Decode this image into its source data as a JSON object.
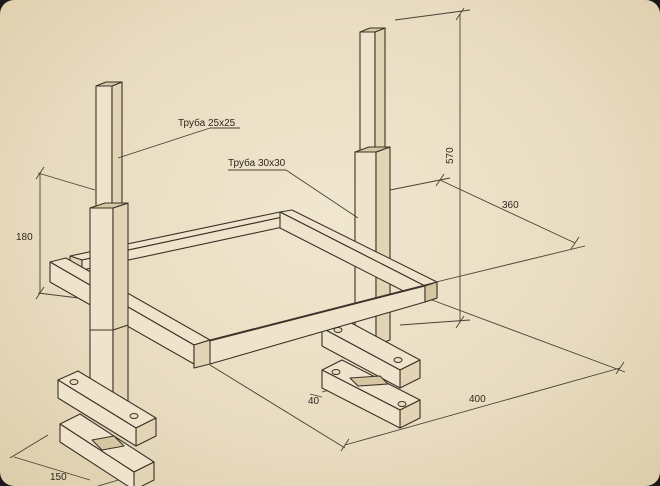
{
  "labels": {
    "pipe_small": "Труба 25х25",
    "pipe_large": "Труба 30х30"
  },
  "dimensions": {
    "height_total": "570",
    "depth": "360",
    "frame_height": "180",
    "width": "400",
    "plate_offset": "40",
    "foot_length": "150"
  },
  "colors": {
    "paper": "#e8dbbf",
    "ink": "#3a3228"
  }
}
